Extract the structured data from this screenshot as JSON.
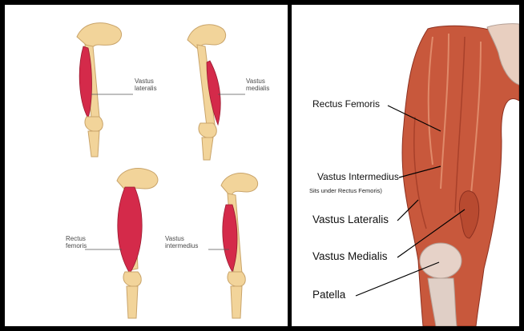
{
  "left_panel": {
    "labels": {
      "vastus_lateralis": [
        "Vastus",
        "lateralis"
      ],
      "vastus_medialis": [
        "Vastus",
        "medialis"
      ],
      "rectus_femoris": [
        "Rectus",
        "femoris"
      ],
      "vastus_intermedius": [
        "Vastus",
        "intermedius"
      ]
    }
  },
  "right_panel": {
    "labels": {
      "rectus_femoris": "Rectus Femoris",
      "vastus_intermedius": "Vastus Intermedius",
      "vastus_intermedius_note": "Sits under Rectus Femoris)",
      "vastus_lateralis": "Vastus Lateralis",
      "vastus_medialis": "Vastus Medialis",
      "patella": "Patella"
    }
  },
  "colors": {
    "border": "#000000",
    "bone": "#f2d49a",
    "muscle": "#d42a4a",
    "skin_muscle": "#c8583c"
  }
}
